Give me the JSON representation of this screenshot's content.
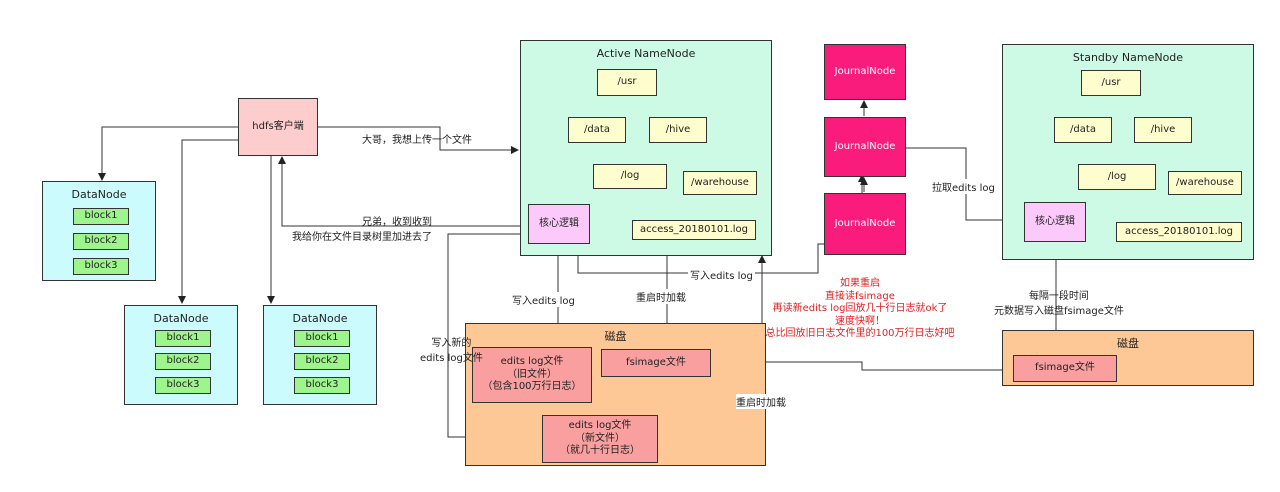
{
  "client": "hdfs客户端",
  "datanodes": [
    {
      "title": "DataNode",
      "blocks": [
        "block1",
        "block2",
        "block3"
      ]
    },
    {
      "title": "DataNode",
      "blocks": [
        "block1",
        "block2",
        "block3"
      ]
    },
    {
      "title": "DataNode",
      "blocks": [
        "block1",
        "block2",
        "block3"
      ]
    }
  ],
  "active": {
    "title": "Active NameNode",
    "tree": {
      "usr": "/usr",
      "data": "/data",
      "hive": "/hive",
      "log": "/log",
      "warehouse": "/warehouse"
    },
    "core": "核心逻辑",
    "access_log": "access_20180101.log"
  },
  "standby": {
    "title": "Standby NameNode",
    "tree": {
      "usr": "/usr",
      "data": "/data",
      "hive": "/hive",
      "log": "/log",
      "warehouse": "/warehouse"
    },
    "core": "核心逻辑",
    "access_log": "access_20180101.log"
  },
  "journal_nodes": [
    "JournalNode",
    "JournalNode",
    "JournalNode"
  ],
  "disk_main": {
    "title": "磁盘",
    "edits_old": [
      "edits log文件",
      "（旧文件）",
      "（包含100万行日志）"
    ],
    "fsimage": "fsimage文件",
    "edits_new": [
      "edits log文件",
      "（新文件）",
      "（就几十行日志）"
    ]
  },
  "disk_standby": {
    "title": "磁盘",
    "fsimage": "fsimage文件"
  },
  "labels": {
    "upload": "大哥，我想上传一个文件",
    "reply": [
      "兄弟，收到收到",
      "我给你在文件目录树里加进去了"
    ],
    "write_edits_journal": "写入edits log",
    "write_edits_disk": "写入edits log",
    "reload1": "重启时加载",
    "write_new": [
      "写入新的",
      "edits log文件"
    ],
    "reload2": "重启时加载",
    "pull": "拉取edits log",
    "periodic": [
      "每隔一段时间",
      "元数据写入磁盘fsimage文件"
    ]
  },
  "note": [
    "如果重启",
    "直接读fsimage",
    "再读新edits log回放几十行日志就ok了",
    "速度快啊！",
    "总比回放旧日志文件里的100万行日志好吧"
  ],
  "colors": {
    "note": "#e31e1e",
    "journal": "#fa1c7c"
  }
}
